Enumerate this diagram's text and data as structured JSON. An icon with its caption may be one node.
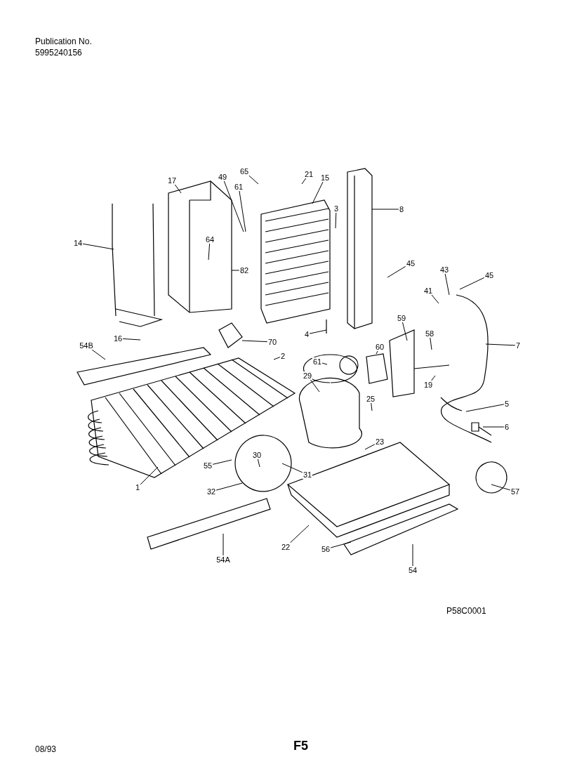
{
  "diagram": {
    "nodes": [
      {
        "text": [
          "49"
        ]
      },
      {
        "text": [
          "65"
        ]
      },
      {
        "text": [
          "21"
        ]
      },
      {
        "text": [
          "15"
        ]
      },
      {
        "text": [
          "17"
        ]
      },
      {
        "text": [
          "61"
        ]
      },
      {
        "text": [
          "3"
        ]
      },
      {
        "text": [
          "8"
        ]
      },
      {
        "text": [
          "14"
        ]
      },
      {
        "text": [
          "64"
        ]
      },
      {
        "text": [
          "82"
        ]
      },
      {
        "text": [
          "45"
        ]
      },
      {
        "text": [
          "43"
        ]
      },
      {
        "text": [
          "45"
        ]
      },
      {
        "text": [
          "41"
        ]
      },
      {
        "text": [
          "4"
        ]
      },
      {
        "text": [
          "70"
        ]
      },
      {
        "text": [
          "2"
        ]
      },
      {
        "text": [
          "16"
        ]
      },
      {
        "text": [
          "54B"
        ]
      },
      {
        "text": [
          "60"
        ]
      },
      {
        "text": [
          "59"
        ]
      },
      {
        "text": [
          "58"
        ]
      },
      {
        "text": [
          "7"
        ]
      },
      {
        "text": [
          "61"
        ]
      },
      {
        "text": [
          "19"
        ]
      },
      {
        "text": [
          "29"
        ]
      },
      {
        "text": [
          "25"
        ]
      },
      {
        "text": [
          "5"
        ]
      },
      {
        "text": [
          "6"
        ]
      },
      {
        "text": [
          "23"
        ]
      },
      {
        "text": [
          "30"
        ]
      },
      {
        "text": [
          "55"
        ]
      },
      {
        "text": [
          "31"
        ]
      },
      {
        "text": [
          "32"
        ]
      },
      {
        "text": [
          "1"
        ]
      },
      {
        "text": [
          "57"
        ]
      },
      {
        "text": [
          "22"
        ]
      },
      {
        "text": [
          "56"
        ]
      },
      {
        "text": [
          "54A"
        ]
      },
      {
        "text": [
          "54"
        ]
      }
    ],
    "edges": [
      {
        "from": 0,
        "to": null,
        "arrow": "none"
      },
      {
        "from": 1,
        "to": null,
        "arrow": "none"
      },
      {
        "from": 2,
        "to": null,
        "arrow": "none"
      },
      {
        "from": 3,
        "to": null,
        "arrow": "none"
      },
      {
        "from": 4,
        "to": null,
        "arrow": "none"
      },
      {
        "from": 5,
        "to": null,
        "arrow": "none"
      },
      {
        "from": 6,
        "to": null,
        "arrow": "none"
      },
      {
        "from": 7,
        "to": null,
        "arrow": "none"
      },
      {
        "from": 8,
        "to": null,
        "arrow": "none"
      },
      {
        "from": 9,
        "to": null,
        "arrow": "none"
      },
      {
        "from": 10,
        "to": null,
        "arrow": "none"
      },
      {
        "from": 11,
        "to": null,
        "arrow": "none"
      },
      {
        "from": 12,
        "to": null,
        "arrow": "none"
      },
      {
        "from": 13,
        "to": null,
        "arrow": "none"
      },
      {
        "from": 14,
        "to": null,
        "arrow": "none"
      },
      {
        "from": 15,
        "to": null,
        "arrow": "none"
      },
      {
        "from": 16,
        "to": null,
        "arrow": "none"
      },
      {
        "from": 17,
        "to": null,
        "arrow": "none"
      },
      {
        "from": 18,
        "to": null,
        "arrow": "none"
      },
      {
        "from": 19,
        "to": null,
        "arrow": "none"
      },
      {
        "from": 20,
        "to": null,
        "arrow": "none"
      },
      {
        "from": 21,
        "to": null,
        "arrow": "none"
      },
      {
        "from": 22,
        "to": null,
        "arrow": "none"
      },
      {
        "from": 23,
        "to": null,
        "arrow": "none"
      },
      {
        "from": 24,
        "to": null,
        "arrow": "none"
      },
      {
        "from": 25,
        "to": null,
        "arrow": "none"
      },
      {
        "from": 26,
        "to": null,
        "arrow": "none"
      },
      {
        "from": 27,
        "to": null,
        "arrow": "none"
      },
      {
        "from": 28,
        "to": null,
        "arrow": "none"
      },
      {
        "from": 29,
        "to": null,
        "arrow": "none"
      },
      {
        "from": 30,
        "to": null,
        "arrow": "none"
      },
      {
        "from": 31,
        "to": null,
        "arrow": "none"
      },
      {
        "from": 32,
        "to": null,
        "arrow": "none"
      },
      {
        "from": 33,
        "to": null,
        "arrow": "none"
      },
      {
        "from": 34,
        "to": null,
        "arrow": "none"
      },
      {
        "from": 35,
        "to": null,
        "arrow": "none"
      },
      {
        "from": 36,
        "to": null,
        "arrow": "none"
      },
      {
        "from": 37,
        "to": null,
        "arrow": "none"
      },
      {
        "from": 38,
        "to": null,
        "arrow": "none"
      },
      {
        "from": 39,
        "to": null,
        "arrow": "none"
      },
      {
        "from": 40,
        "to": null,
        "arrow": "none"
      }
    ],
    "labels": [
      "Publication No.",
      "5995240156",
      "P58C0001",
      "08/93",
      "F5"
    ]
  }
}
